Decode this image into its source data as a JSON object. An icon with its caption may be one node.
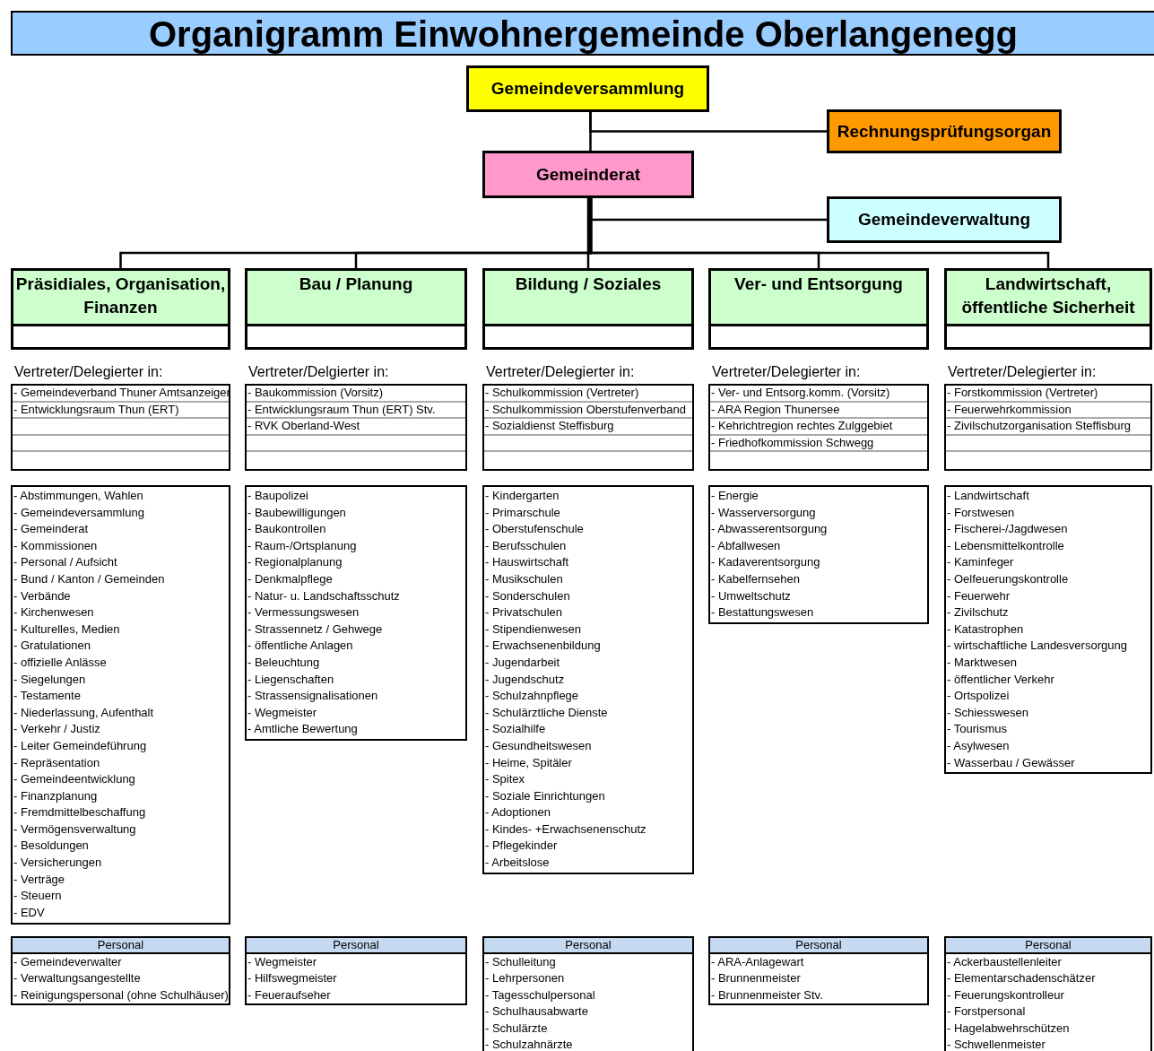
{
  "diagram": {
    "title": "Organigramm Einwohnergemeinde Oberlangenegg",
    "nodes": [
      {
        "text": [
          "Gemeindeversammlung"
        ]
      },
      {
        "text": [
          "Rechnungsprüfungsorgan"
        ]
      },
      {
        "text": [
          "Gemeinderat"
        ]
      },
      {
        "text": [
          "Gemeindeverwaltung"
        ]
      },
      {
        "text": [
          "Präsidiales, Organisation, Finanzen"
        ]
      },
      {
        "text": [
          "Bau / Planung"
        ]
      },
      {
        "text": [
          "Bildung / Soziales"
        ]
      },
      {
        "text": [
          "Ver- und Entsorgung"
        ]
      },
      {
        "text": [
          "Landwirtschaft, öffentliche Sicherheit"
        ]
      },
      {
        "text": [
          "Vertreter/Delegierter in:",
          "- Gemeindeverband Thuner Amtsanzeiger",
          "- Entwicklungsraum Thun (ERT)"
        ]
      },
      {
        "text": [
          "Vertreter/Delgierter in:",
          "- Baukommission (Vorsitz)",
          "- Entwicklungsraum Thun (ERT) Stv.",
          "- RVK Oberland-West"
        ]
      },
      {
        "text": [
          "Vertreter/Delegierter in:",
          "- Schulkommission (Vertreter)",
          "- Schulkommission Oberstufenverband",
          "- Sozialdienst Steffisburg"
        ]
      },
      {
        "text": [
          "Vertreter/Delegierter in:",
          "- Ver- und Entsorg.komm. (Vorsitz)",
          "- ARA Region Thunersee",
          "- Kehrichtregion rechtes Zulggebiet",
          "- Friedhofkommission Schwegg"
        ]
      },
      {
        "text": [
          "Vertreter/Delegierter in:",
          "- Forstkommission (Vertreter)",
          "- Feuerwehrkommission",
          "- Zivilschutzorganisation Steffisburg"
        ]
      },
      {
        "text": [
          "- Abstimmungen, Wahlen",
          "- Gemeindeversammlung",
          "- Gemeinderat",
          "- Kommissionen",
          "- Personal / Aufsicht",
          "- Bund / Kanton / Gemeinden",
          "- Verbände",
          "- Kirchenwesen",
          "- Kulturelles, Medien",
          "- Gratulationen",
          "- offizielle Anlässe",
          "- Siegelungen",
          "- Testamente",
          "- Niederlassung, Aufenthalt",
          "- Verkehr / Justiz",
          "- Leiter Gemeindeführung",
          "- Repräsentation",
          "- Gemeindeentwicklung",
          "- Finanzplanung",
          "- Fremdmittelbeschaffung",
          "- Vermögensverwaltung",
          "- Besoldungen",
          "- Versicherungen",
          "- Verträge",
          "- Steuern",
          "- EDV"
        ]
      },
      {
        "text": [
          "- Baupolizei",
          "- Baubewilligungen",
          "- Baukontrollen",
          "- Raum-/Ortsplanung",
          "- Regionalplanung",
          "- Denkmalpflege",
          "- Natur- u. Landschaftsschutz",
          "- Vermessungswesen",
          "- Strassennetz / Gehwege",
          "- öffentliche Anlagen",
          "- Beleuchtung",
          "- Liegenschaften",
          "- Strassensignalisationen",
          "- Wegmeister",
          "- Amtliche Bewertung"
        ]
      },
      {
        "text": [
          "- Kindergarten",
          "- Primarschule",
          "- Oberstufenschule",
          "- Berufsschulen",
          "- Hauswirtschaft",
          "- Musikschulen",
          "- Sonderschulen",
          "- Privatschulen",
          "- Stipendienwesen",
          "- Erwachsenenbildung",
          "- Jugendarbeit",
          "- Jugendschutz",
          "- Schulzahnpflege",
          "- Schulärztliche Dienste",
          "- Sozialhilfe",
          "- Gesundheitswesen",
          "- Heime, Spitäler",
          "- Spitex",
          "- Soziale Einrichtungen",
          "- Adoptionen",
          "- Kindes- +Erwachsenenschutz",
          "- Pflegekinder",
          "- Arbeitslose"
        ]
      },
      {
        "text": [
          "- Energie",
          "- Wasserversorgung",
          "- Abwasserentsorgung",
          "- Abfallwesen",
          "- Kadaverentsorgung",
          "- Kabelfernsehen",
          "- Umweltschutz",
          "- Bestattungswesen"
        ]
      },
      {
        "text": [
          "- Landwirtschaft",
          "- Forstwesen",
          "- Fischerei-/Jagdwesen",
          "- Lebensmittelkontrolle",
          "- Kaminfeger",
          "- Oelfeuerungskontrolle",
          "- Feuerwehr",
          "- Zivilschutz",
          "- Katastrophen",
          "- wirtschaftliche Landesversorgung",
          "- Marktwesen",
          "- öffentlicher Verkehr",
          "- Ortspolizei",
          "- Schiesswesen",
          "- Tourismus",
          "- Asylwesen",
          "- Wasserbau / Gewässer"
        ]
      },
      {
        "text": [
          "Personal",
          "- Gemeindeverwalter",
          "- Verwaltungsangestellte",
          "- Reinigungspersonal (ohne Schulhäuser)"
        ]
      },
      {
        "text": [
          "Personal",
          "- Wegmeister",
          "- Hilfswegmeister",
          "- Feueraufseher"
        ]
      },
      {
        "text": [
          "Personal",
          "- Schulleitung",
          "- Lehrpersonen",
          "- Tagesschulpersonal",
          "- Schulhausabwarte",
          "- Schulärzte",
          "- Schulzahnärzte"
        ]
      },
      {
        "text": [
          "Personal",
          "- ARA-Anlagewart",
          "- Brunnenmeister",
          "- Brunnenmeister Stv."
        ]
      },
      {
        "text": [
          "Personal",
          "- Ackerbaustellenleiter",
          "- Elementarschadenschätzer",
          "- Feuerungskontrolleur",
          "- Forstpersonal",
          "- Hagelabwehrschützen",
          "- Schwellenmeister"
        ]
      }
    ],
    "edges": [
      {
        "from": 0,
        "to": 2,
        "arrow": "none"
      },
      {
        "from": 0,
        "to": 1,
        "arrow": "none"
      },
      {
        "from": 2,
        "to": 3,
        "arrow": "none"
      },
      {
        "from": 2,
        "to": 4,
        "arrow": "none"
      },
      {
        "from": 2,
        "to": 5,
        "arrow": "none"
      },
      {
        "from": 2,
        "to": 6,
        "arrow": "none"
      },
      {
        "from": 2,
        "to": 7,
        "arrow": "none"
      },
      {
        "from": 2,
        "to": 8,
        "arrow": "none"
      }
    ]
  }
}
